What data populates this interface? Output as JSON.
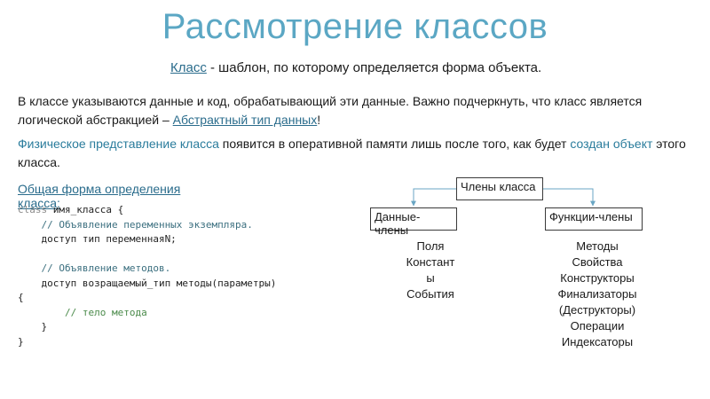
{
  "slide": {
    "title": "Рассмотрение классов",
    "definition": {
      "term": "Класс",
      "rest": " - шаблон, по которому определяется форма объекта."
    },
    "paragraph1": {
      "text": "В классе указываются данные и код, обрабатывающий эти данные. Важно подчеркнуть, что класс является логической абстракцией – ",
      "link": "Абстрактный тип данных",
      "end": "!"
    },
    "paragraph2": {
      "a": "Физическое представление класса",
      "b": " появится в оперативной памяти лишь после того, как будет ",
      "c": "создан объект",
      "d": " этого класса."
    },
    "general_form_heading": "Общая форма определения класса:",
    "code": {
      "line1_kw": "class ",
      "line1_rest": "имя_класса {",
      "line2": "    // Объявление переменных экземпляра.",
      "line3": "    доступ тип переменнаяN;",
      "line4": "",
      "line5": "    // Объявление методов.",
      "line6": "    доступ возращаемый_тип методы(параметры)",
      "line7": "{",
      "line8": "        // тело метода",
      "line9": "    }",
      "line10": "}"
    },
    "diagram": {
      "root": "Члены класса",
      "left": "Данные-члены",
      "right": "Функции-члены",
      "left_items": [
        "Поля",
        "Констант",
        "ы",
        "События"
      ],
      "right_items": [
        "Методы",
        "Свойства",
        "Конструкторы",
        "Финализаторы",
        "(Деструкторы)",
        "Операции",
        "Индексаторы"
      ]
    },
    "colors": {
      "title": "#5ba7c4",
      "accent_link": "#2a6c8c",
      "connector": "#6aa6c4"
    }
  }
}
